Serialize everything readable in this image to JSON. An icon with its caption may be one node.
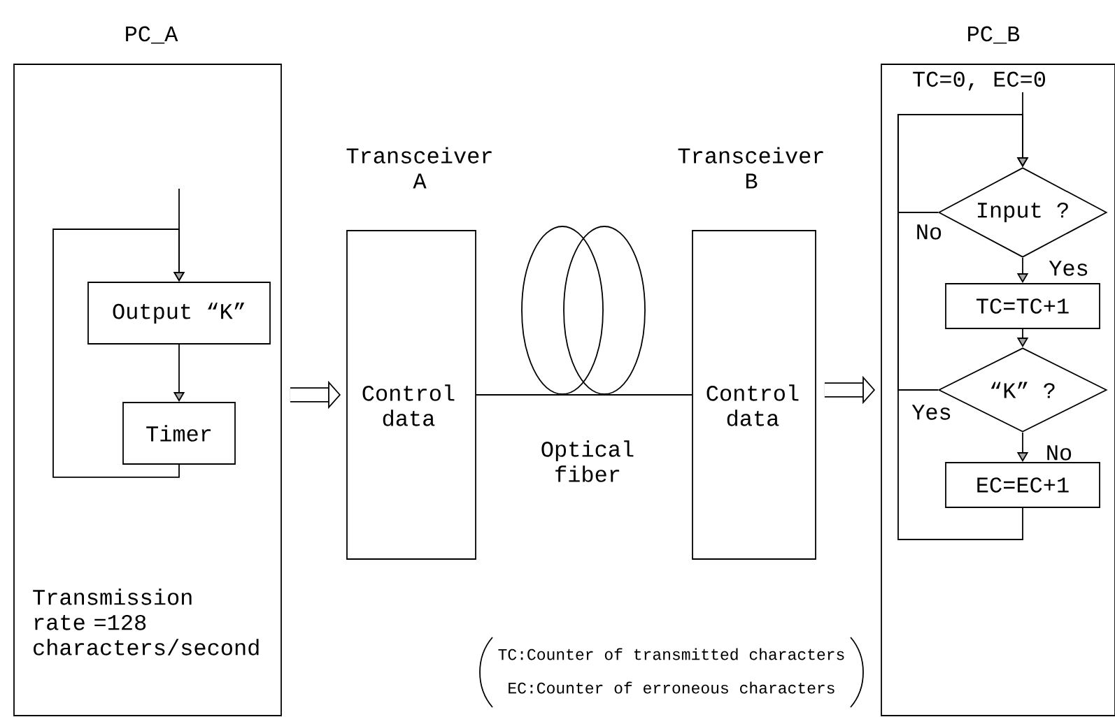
{
  "diagram": {
    "nodes": [
      {
        "text": [
          "PC_A",
          "Transmission rate =128 characters/second"
        ]
      },
      {
        "text": [
          "Output “K”"
        ],
        "in": 0
      },
      {
        "text": [
          "Timer"
        ],
        "in": 0
      },
      {
        "text": [
          "Transceiver A",
          "Control data"
        ]
      },
      {
        "text": [
          "Transceiver B",
          "Control data"
        ]
      },
      {
        "text": [
          "PC_B"
        ]
      },
      {
        "text": [
          "Input ?"
        ],
        "in": 5
      },
      {
        "text": [
          "TC=TC+1"
        ],
        "in": 5
      },
      {
        "text": [
          "“K” ?"
        ],
        "in": 5
      },
      {
        "text": [
          "EC=EC+1"
        ],
        "in": 5
      }
    ],
    "edges": [
      {
        "from": 0,
        "to": 3,
        "arrow": "to",
        "style": "thick"
      },
      {
        "from": 4,
        "to": 5,
        "arrow": "to",
        "style": "thick"
      },
      {
        "from": 3,
        "to": 4,
        "arrow": "none",
        "label": "Optical fiber"
      },
      {
        "from": null,
        "to": 1,
        "arrow": "to"
      },
      {
        "from": 1,
        "to": 2,
        "arrow": "to"
      },
      {
        "from": 2,
        "to": 1,
        "arrow": "to"
      },
      {
        "from": null,
        "to": 6,
        "arrow": "to",
        "label": "TC=0, EC=0"
      },
      {
        "from": 6,
        "to": 7,
        "arrow": "to",
        "label": "Yes"
      },
      {
        "from": 7,
        "to": 8,
        "arrow": "to"
      },
      {
        "from": 8,
        "to": 9,
        "arrow": "to",
        "label": "No"
      },
      {
        "from": 6,
        "to": 6,
        "arrow": "to",
        "label": "No"
      },
      {
        "from": 8,
        "to": 6,
        "arrow": "to",
        "label": "Yes"
      },
      {
        "from": 9,
        "to": 6,
        "arrow": "to"
      }
    ],
    "labels": [
      "TC:Counter of transmitted characters",
      "EC:Counter of erroneous characters"
    ]
  }
}
